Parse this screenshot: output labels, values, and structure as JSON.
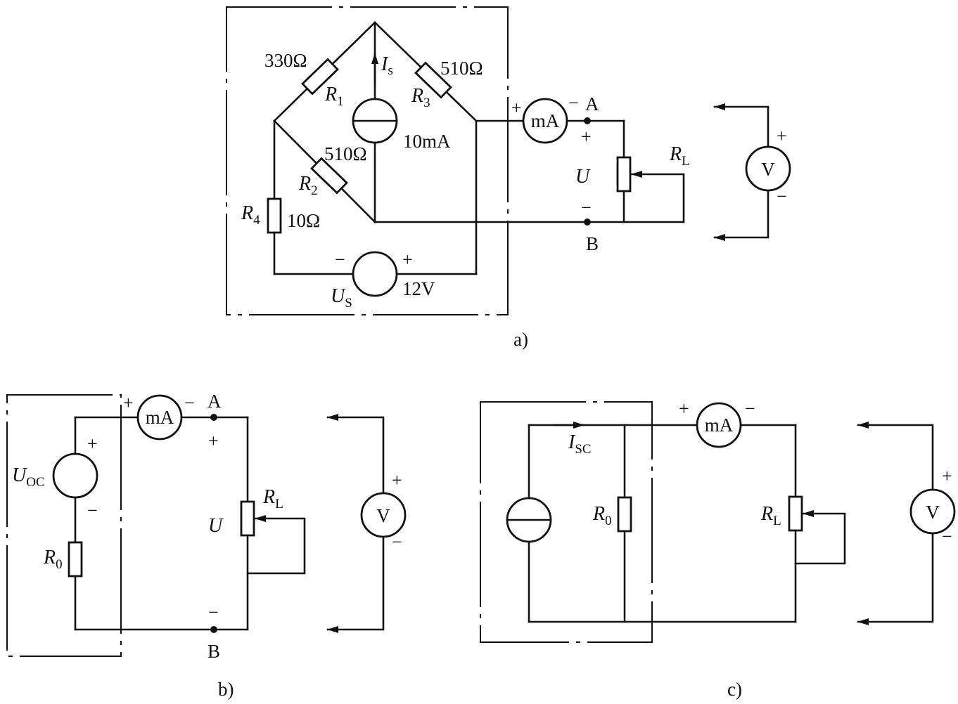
{
  "diagram_a": {
    "caption": "a)",
    "r1": {
      "name": "R",
      "sub": "1",
      "value": "330Ω"
    },
    "r2": {
      "name": "R",
      "sub": "2",
      "value": "510Ω"
    },
    "r3": {
      "name": "R",
      "sub": "3",
      "value": "510Ω"
    },
    "r4": {
      "name": "R",
      "sub": "4",
      "value": "10Ω"
    },
    "current_source": {
      "name": "I",
      "sub": "s",
      "value": "10mA"
    },
    "voltage_source": {
      "name": "U",
      "sub": "S",
      "value": "12V",
      "minus": "−",
      "plus": "+"
    },
    "ammeter": {
      "label": "mA",
      "plus": "+",
      "minus": "−"
    },
    "terminal_a": "A",
    "terminal_b": "B",
    "voltage": {
      "name": "U",
      "plus": "+",
      "minus": "−"
    },
    "load": {
      "name": "R",
      "sub": "L"
    },
    "voltmeter": {
      "label": "V",
      "plus": "+",
      "minus": "−"
    }
  },
  "diagram_b": {
    "caption": "b)",
    "source": {
      "name": "U",
      "sub": "OC",
      "plus": "+",
      "minus": "−"
    },
    "r0": {
      "name": "R",
      "sub": "0"
    },
    "ammeter": {
      "label": "mA",
      "plus": "+",
      "minus": "−"
    },
    "terminal_a": "A",
    "terminal_b": "B",
    "voltage": {
      "name": "U",
      "plus": "+",
      "minus": "−"
    },
    "load": {
      "name": "R",
      "sub": "L"
    },
    "voltmeter": {
      "label": "V",
      "plus": "+",
      "minus": "−"
    }
  },
  "diagram_c": {
    "caption": "c)",
    "current": {
      "name": "I",
      "sub": "SC"
    },
    "r0": {
      "name": "R",
      "sub": "0"
    },
    "ammeter": {
      "label": "mA",
      "plus": "+",
      "minus": "−"
    },
    "load": {
      "name": "R",
      "sub": "L"
    },
    "voltmeter": {
      "label": "V",
      "plus": "+",
      "minus": "−"
    }
  }
}
